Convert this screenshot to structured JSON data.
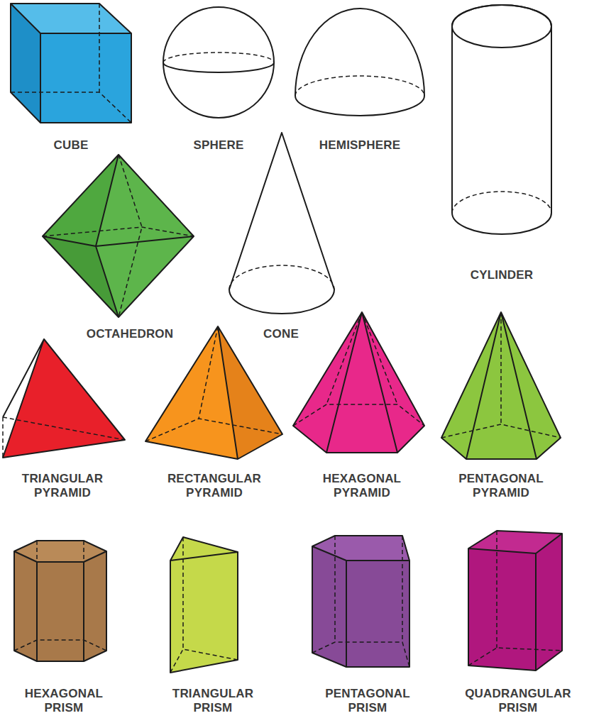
{
  "diagram": {
    "labels": [
      "CUBE",
      "SPHERE",
      "HEMISPHERE",
      "CYLINDER",
      "OCTAHEDRON",
      "CONE",
      "TRIANGULAR PYRAMID",
      "RECTANGULAR PYRAMID",
      "HEXAGONAL PYRAMID",
      "PENTAGONAL PYRAMID",
      "HEXAGONAL PRISM",
      "TRIANGULAR PRISM",
      "PENTAGONAL PRISM",
      "QUADRANGULAR PRISM"
    ]
  }
}
